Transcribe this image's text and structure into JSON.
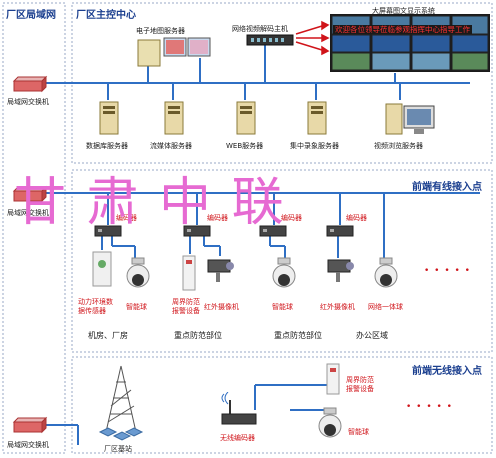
{
  "colors": {
    "line": "#2f6fc4",
    "title": "#1b3f8f",
    "red": "#d0141a",
    "watermark": "#e66ad2"
  },
  "lan_title": "厂区局域网",
  "center_title": "厂区主控中心",
  "switch_label": "局域网交换机",
  "center": {
    "map_server": "电子地图服务器",
    "decoder_host": "网络视频解码主机",
    "wall_title": "大屏幕图文显示系统",
    "wall_text": "欢迎各位领导莅临参观指挥中心指导工作",
    "servers": [
      "数据库服务器",
      "流媒体服务器",
      "WEB服务器",
      "集中录象服务器",
      "视频浏览服务器"
    ]
  },
  "wired_title": "前端有线接入点",
  "encoder_label": "编码器",
  "devices": [
    {
      "label": "动力环境数\n据传感器"
    },
    {
      "label": "智能球"
    },
    {
      "label": "周界防范\n报警设备"
    },
    {
      "label": "红外摄像机"
    },
    {
      "label": "智能球"
    },
    {
      "label": "红外摄像机"
    },
    {
      "label": "网络一体球"
    }
  ],
  "zones": [
    "机房、厂房",
    "重点防范部位",
    "重点防范部位",
    "办公区域"
  ],
  "watermark": "甘 肃 中 联",
  "wireless_title": "前端无线接入点",
  "wireless": {
    "base_station": "厂区基站",
    "encoder": "无线编码器",
    "alarm": "周界防范\n报警设备",
    "dome": "智能球"
  },
  "ellipsis": "• • • • •"
}
